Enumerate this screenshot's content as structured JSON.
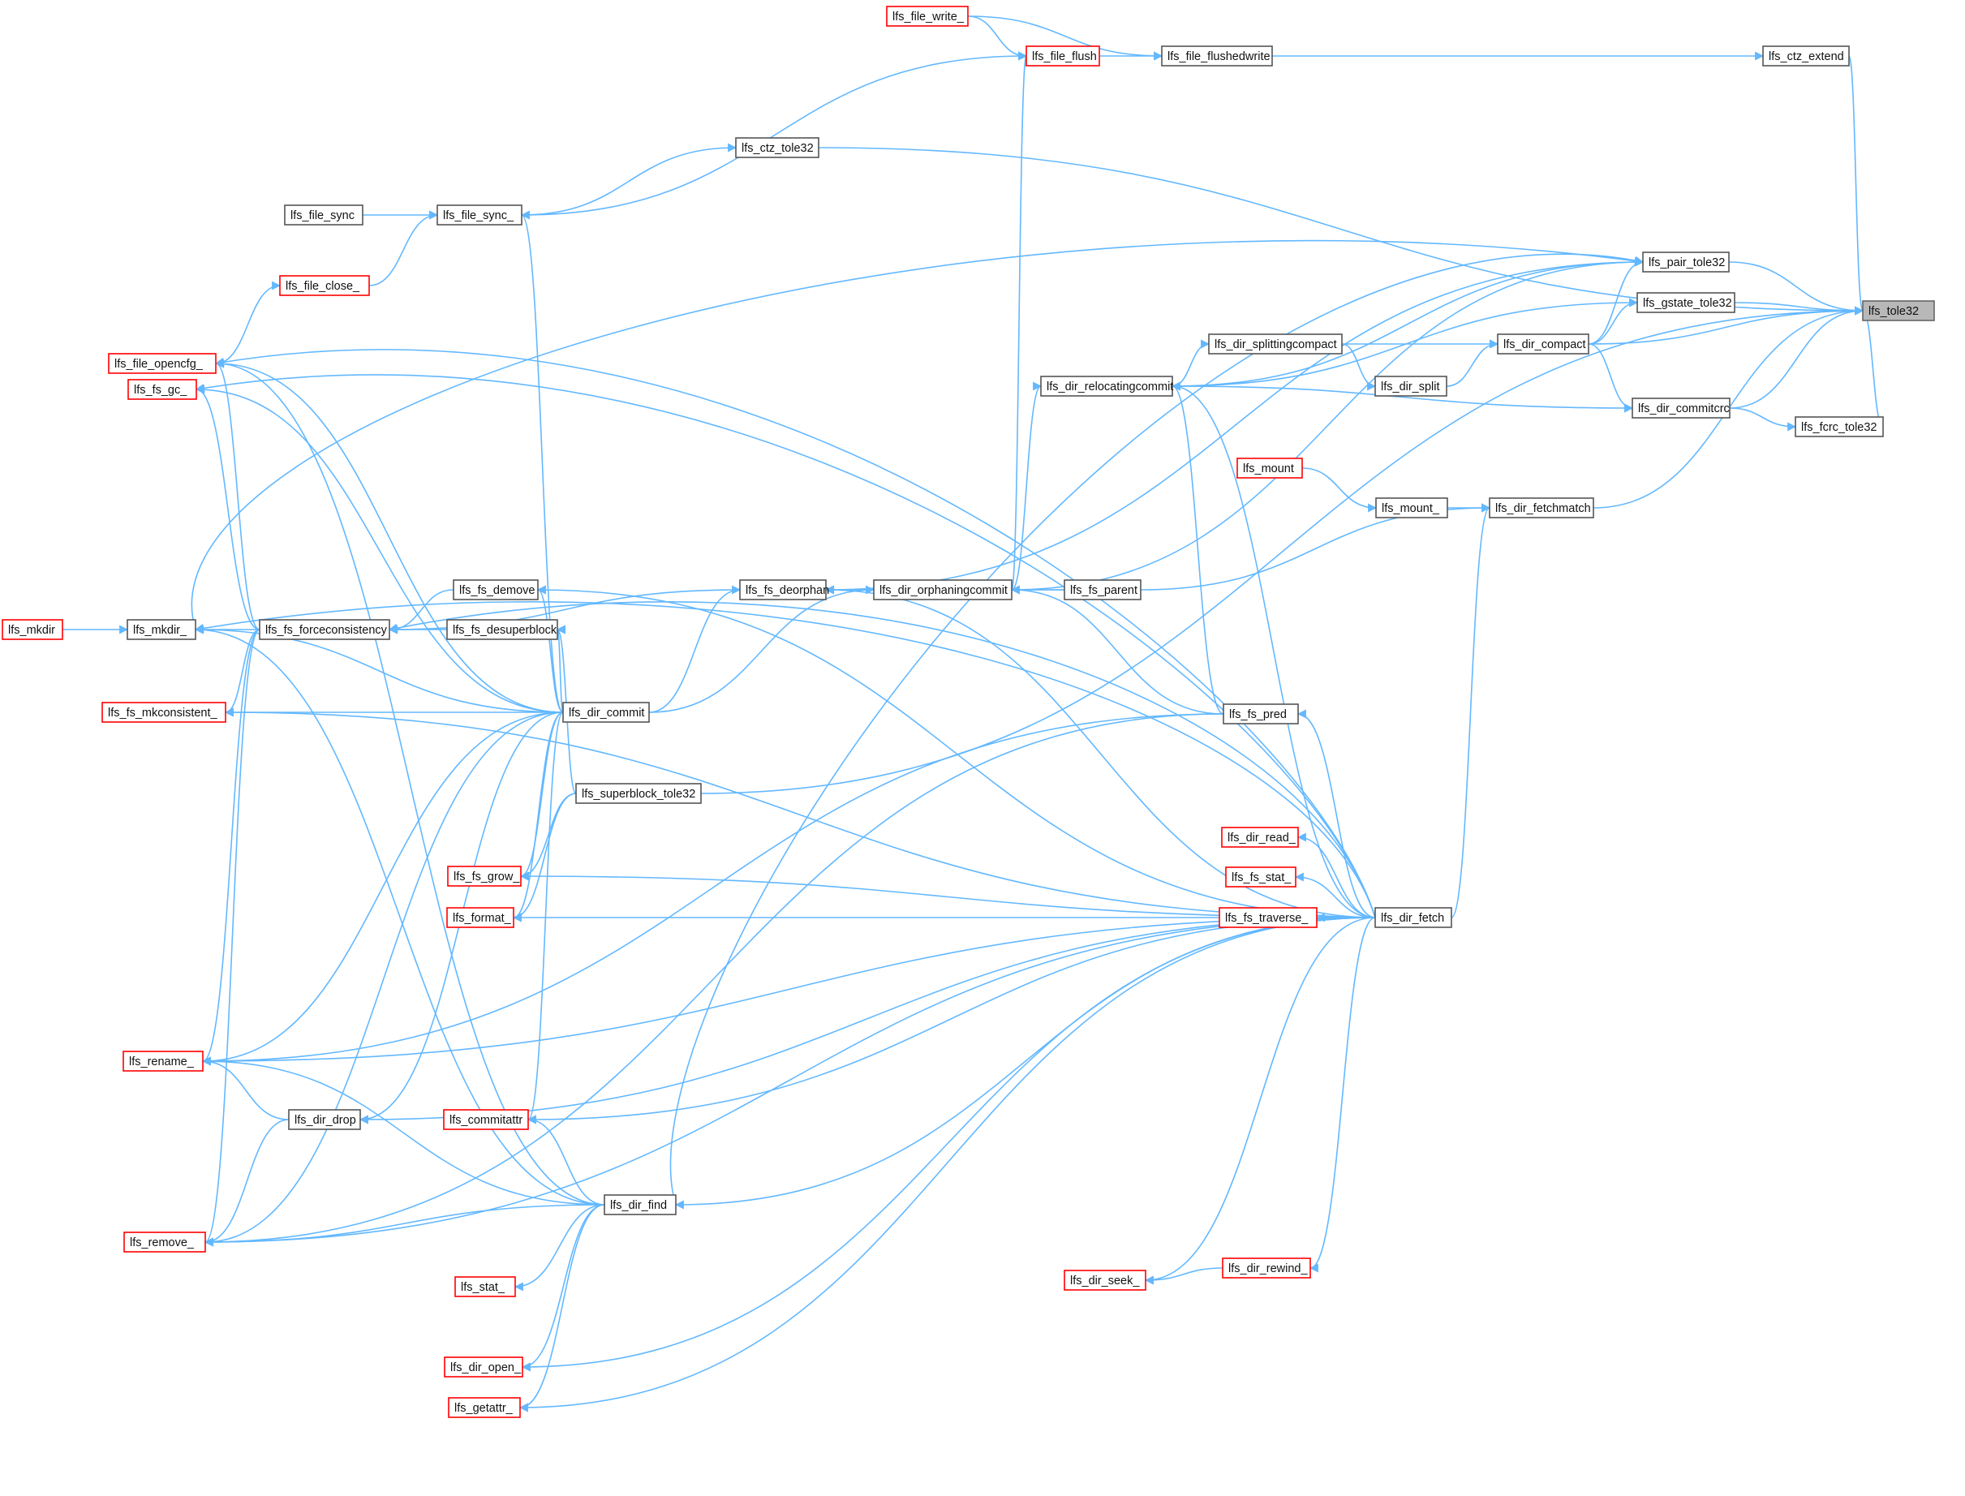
{
  "graph": {
    "colors": {
      "edge": "#63b8ff",
      "red_border": "#ff0000",
      "black_border": "#555555",
      "root_fill": "#b8b8b8"
    },
    "nodes": [
      {
        "id": "lfs_tole32",
        "label": "lfs_tole32",
        "style": "root"
      },
      {
        "id": "lfs_ctz_extend",
        "label": "lfs_ctz_extend",
        "style": "black"
      },
      {
        "id": "lfs_file_flushedwrite",
        "label": "lfs_file_flushedwrite",
        "style": "black"
      },
      {
        "id": "lfs_file_flush",
        "label": "lfs_file_flush",
        "style": "red"
      },
      {
        "id": "lfs_file_write_",
        "label": "lfs_file_write_",
        "style": "red"
      },
      {
        "id": "lfs_ctz_tole32",
        "label": "lfs_ctz_tole32",
        "style": "black"
      },
      {
        "id": "lfs_file_sync_",
        "label": "lfs_file_sync_",
        "style": "black"
      },
      {
        "id": "lfs_file_sync",
        "label": "lfs_file_sync",
        "style": "black"
      },
      {
        "id": "lfs_file_close_",
        "label": "lfs_file_close_",
        "style": "red"
      },
      {
        "id": "lfs_file_opencfg_",
        "label": "lfs_file_opencfg_",
        "style": "red"
      },
      {
        "id": "lfs_fs_gc_",
        "label": "lfs_fs_gc_",
        "style": "red"
      },
      {
        "id": "lfs_pair_tole32",
        "label": "lfs_pair_tole32",
        "style": "black"
      },
      {
        "id": "lfs_gstate_tole32",
        "label": "lfs_gstate_tole32",
        "style": "black"
      },
      {
        "id": "lfs_dir_compact",
        "label": "lfs_dir_compact",
        "style": "black"
      },
      {
        "id": "lfs_dir_splittingcompact",
        "label": "lfs_dir_splittingcompact",
        "style": "black"
      },
      {
        "id": "lfs_dir_split",
        "label": "lfs_dir_split",
        "style": "black"
      },
      {
        "id": "lfs_dir_relocatingcommit",
        "label": "lfs_dir_relocatingcommit",
        "style": "black"
      },
      {
        "id": "lfs_dir_commitcrc",
        "label": "lfs_dir_commitcrc",
        "style": "black"
      },
      {
        "id": "lfs_fcrc_tole32",
        "label": "lfs_fcrc_tole32",
        "style": "black"
      },
      {
        "id": "lfs_mount",
        "label": "lfs_mount",
        "style": "red"
      },
      {
        "id": "lfs_mount_",
        "label": "lfs_mount_",
        "style": "black"
      },
      {
        "id": "lfs_dir_fetchmatch",
        "label": "lfs_dir_fetchmatch",
        "style": "black"
      },
      {
        "id": "lfs_mkdir",
        "label": "lfs_mkdir",
        "style": "red"
      },
      {
        "id": "lfs_mkdir_",
        "label": "lfs_mkdir_",
        "style": "black"
      },
      {
        "id": "lfs_fs_forceconsistency",
        "label": "lfs_fs_forceconsistency",
        "style": "black"
      },
      {
        "id": "lfs_fs_demove",
        "label": "lfs_fs_demove",
        "style": "black"
      },
      {
        "id": "lfs_fs_desuperblock",
        "label": "lfs_fs_desuperblock",
        "style": "black"
      },
      {
        "id": "lfs_fs_deorphan",
        "label": "lfs_fs_deorphan",
        "style": "black"
      },
      {
        "id": "lfs_dir_orphaningcommit",
        "label": "lfs_dir_orphaningcommit",
        "style": "black"
      },
      {
        "id": "lfs_fs_parent",
        "label": "lfs_fs_parent",
        "style": "black"
      },
      {
        "id": "lfs_fs_mkconsistent_",
        "label": "lfs_fs_mkconsistent_",
        "style": "red"
      },
      {
        "id": "lfs_dir_commit",
        "label": "lfs_dir_commit",
        "style": "black"
      },
      {
        "id": "lfs_fs_pred",
        "label": "lfs_fs_pred",
        "style": "black"
      },
      {
        "id": "lfs_superblock_tole32",
        "label": "lfs_superblock_tole32",
        "style": "black"
      },
      {
        "id": "lfs_dir_read_",
        "label": "lfs_dir_read_",
        "style": "red"
      },
      {
        "id": "lfs_fs_stat_",
        "label": "lfs_fs_stat_",
        "style": "red"
      },
      {
        "id": "lfs_fs_grow_",
        "label": "lfs_fs_grow_",
        "style": "red"
      },
      {
        "id": "lfs_fs_traverse_",
        "label": "lfs_fs_traverse_",
        "style": "red"
      },
      {
        "id": "lfs_format_",
        "label": "lfs_format_",
        "style": "red"
      },
      {
        "id": "lfs_dir_fetch",
        "label": "lfs_dir_fetch",
        "style": "black"
      },
      {
        "id": "lfs_rename_",
        "label": "lfs_rename_",
        "style": "red"
      },
      {
        "id": "lfs_commitattr",
        "label": "lfs_commitattr",
        "style": "red"
      },
      {
        "id": "lfs_dir_drop",
        "label": "lfs_dir_drop",
        "style": "black"
      },
      {
        "id": "lfs_dir_find",
        "label": "lfs_dir_find",
        "style": "black"
      },
      {
        "id": "lfs_remove_",
        "label": "lfs_remove_",
        "style": "red"
      },
      {
        "id": "lfs_stat_",
        "label": "lfs_stat_",
        "style": "red"
      },
      {
        "id": "lfs_dir_rewind_",
        "label": "lfs_dir_rewind_",
        "style": "red"
      },
      {
        "id": "lfs_dir_seek_",
        "label": "lfs_dir_seek_",
        "style": "red"
      },
      {
        "id": "lfs_dir_open_",
        "label": "lfs_dir_open_",
        "style": "red"
      },
      {
        "id": "lfs_getattr_",
        "label": "lfs_getattr_",
        "style": "red"
      }
    ],
    "edges": [
      {
        "from": "lfs_ctz_extend",
        "to": "lfs_tole32"
      },
      {
        "from": "lfs_file_flushedwrite",
        "to": "lfs_ctz_extend"
      },
      {
        "from": "lfs_file_flush",
        "to": "lfs_file_flushedwrite"
      },
      {
        "from": "lfs_file_write_",
        "to": "lfs_file_flushedwrite"
      },
      {
        "from": "lfs_file_write_",
        "to": "lfs_file_flush"
      },
      {
        "from": "lfs_file_sync_",
        "to": "lfs_file_flush"
      },
      {
        "from": "lfs_dir_orphaningcommit",
        "to": "lfs_file_flush"
      },
      {
        "from": "lfs_ctz_tole32",
        "to": "lfs_tole32"
      },
      {
        "from": "lfs_file_sync_",
        "to": "lfs_ctz_tole32"
      },
      {
        "from": "lfs_file_sync",
        "to": "lfs_file_sync_"
      },
      {
        "from": "lfs_file_close_",
        "to": "lfs_file_sync_"
      },
      {
        "from": "lfs_file_opencfg_",
        "to": "lfs_file_close_"
      },
      {
        "from": "lfs_dir_commit",
        "to": "lfs_file_sync_"
      },
      {
        "from": "lfs_pair_tole32",
        "to": "lfs_tole32"
      },
      {
        "from": "lfs_gstate_tole32",
        "to": "lfs_tole32"
      },
      {
        "from": "lfs_dir_compact",
        "to": "lfs_tole32"
      },
      {
        "from": "lfs_dir_commitcrc",
        "to": "lfs_tole32"
      },
      {
        "from": "lfs_fcrc_tole32",
        "to": "lfs_tole32"
      },
      {
        "from": "lfs_dir_fetchmatch",
        "to": "lfs_tole32"
      },
      {
        "from": "lfs_superblock_tole32",
        "to": "lfs_tole32"
      },
      {
        "from": "lfs_dir_compact",
        "to": "lfs_pair_tole32"
      },
      {
        "from": "lfs_dir_relocatingcommit",
        "to": "lfs_pair_tole32"
      },
      {
        "from": "lfs_dir_orphaningcommit",
        "to": "lfs_pair_tole32"
      },
      {
        "from": "lfs_fs_deorphan",
        "to": "lfs_pair_tole32"
      },
      {
        "from": "lfs_mkdir_",
        "to": "lfs_pair_tole32"
      },
      {
        "from": "lfs_dir_find",
        "to": "lfs_pair_tole32"
      },
      {
        "from": "lfs_dir_compact",
        "to": "lfs_gstate_tole32"
      },
      {
        "from": "lfs_dir_relocatingcommit",
        "to": "lfs_gstate_tole32"
      },
      {
        "from": "lfs_dir_splittingcompact",
        "to": "lfs_dir_compact"
      },
      {
        "from": "lfs_dir_split",
        "to": "lfs_dir_compact"
      },
      {
        "from": "lfs_dir_splittingcompact",
        "to": "lfs_dir_split"
      },
      {
        "from": "lfs_dir_relocatingcommit",
        "to": "lfs_dir_splittingcompact"
      },
      {
        "from": "lfs_dir_compact",
        "to": "lfs_dir_commitcrc"
      },
      {
        "from": "lfs_dir_relocatingcommit",
        "to": "lfs_dir_commitcrc"
      },
      {
        "from": "lfs_dir_commitcrc",
        "to": "lfs_fcrc_tole32"
      },
      {
        "from": "lfs_dir_orphaningcommit",
        "to": "lfs_dir_relocatingcommit"
      },
      {
        "from": "lfs_fs_pred",
        "to": "lfs_dir_relocatingcommit"
      },
      {
        "from": "lfs_mount",
        "to": "lfs_mount_"
      },
      {
        "from": "lfs_mount_",
        "to": "lfs_dir_fetchmatch"
      },
      {
        "from": "lfs_fs_parent",
        "to": "lfs_dir_fetchmatch"
      },
      {
        "from": "lfs_dir_fetch",
        "to": "lfs_dir_fetchmatch"
      },
      {
        "from": "lfs_mkdir",
        "to": "lfs_mkdir_"
      },
      {
        "from": "lfs_fs_forceconsistency",
        "to": "lfs_mkdir_"
      },
      {
        "from": "lfs_dir_commit",
        "to": "lfs_mkdir_"
      },
      {
        "from": "lfs_dir_fetch",
        "to": "lfs_mkdir_"
      },
      {
        "from": "lfs_dir_find",
        "to": "lfs_mkdir_"
      },
      {
        "from": "lfs_fs_demove",
        "to": "lfs_fs_forceconsistency"
      },
      {
        "from": "lfs_fs_desuperblock",
        "to": "lfs_fs_forceconsistency"
      },
      {
        "from": "lfs_fs_deorphan",
        "to": "lfs_fs_forceconsistency"
      },
      {
        "from": "lfs_fs_forceconsistency",
        "to": "lfs_file_opencfg_"
      },
      {
        "from": "lfs_fs_forceconsistency",
        "to": "lfs_fs_gc_"
      },
      {
        "from": "lfs_fs_forceconsistency",
        "to": "lfs_fs_mkconsistent_"
      },
      {
        "from": "lfs_fs_forceconsistency",
        "to": "lfs_rename_"
      },
      {
        "from": "lfs_fs_forceconsistency",
        "to": "lfs_remove_"
      },
      {
        "from": "lfs_dir_orphaningcommit",
        "to": "lfs_fs_deorphan"
      },
      {
        "from": "lfs_fs_parent",
        "to": "lfs_fs_deorphan"
      },
      {
        "from": "lfs_dir_fetch",
        "to": "lfs_fs_deorphan"
      },
      {
        "from": "lfs_fs_parent",
        "to": "lfs_dir_orphaningcommit"
      },
      {
        "from": "lfs_fs_pred",
        "to": "lfs_dir_orphaningcommit"
      },
      {
        "from": "lfs_dir_commit",
        "to": "lfs_dir_orphaningcommit"
      },
      {
        "from": "lfs_dir_commit",
        "to": "lfs_fs_deorphan"
      },
      {
        "from": "lfs_dir_commit",
        "to": "lfs_fs_demove"
      },
      {
        "from": "lfs_dir_commit",
        "to": "lfs_fs_desuperblock"
      },
      {
        "from": "lfs_dir_commit",
        "to": "lfs_file_opencfg_"
      },
      {
        "from": "lfs_dir_commit",
        "to": "lfs_fs_gc_"
      },
      {
        "from": "lfs_dir_commit",
        "to": "lfs_fs_mkconsistent_"
      },
      {
        "from": "lfs_dir_commit",
        "to": "lfs_fs_grow_"
      },
      {
        "from": "lfs_dir_commit",
        "to": "lfs_format_"
      },
      {
        "from": "lfs_dir_commit",
        "to": "lfs_rename_"
      },
      {
        "from": "lfs_dir_commit",
        "to": "lfs_commitattr"
      },
      {
        "from": "lfs_dir_commit",
        "to": "lfs_dir_drop"
      },
      {
        "from": "lfs_dir_commit",
        "to": "lfs_remove_"
      },
      {
        "from": "lfs_superblock_tole32",
        "to": "lfs_fs_desuperblock"
      },
      {
        "from": "lfs_superblock_tole32",
        "to": "lfs_fs_grow_"
      },
      {
        "from": "lfs_superblock_tole32",
        "to": "lfs_format_"
      },
      {
        "from": "lfs_fs_pred",
        "to": "lfs_rename_"
      },
      {
        "from": "lfs_fs_pred",
        "to": "lfs_remove_"
      },
      {
        "from": "lfs_dir_fetch",
        "to": "lfs_fs_pred"
      },
      {
        "from": "lfs_dir_fetch",
        "to": "lfs_dir_relocatingcommit"
      },
      {
        "from": "lfs_dir_fetch",
        "to": "lfs_fs_demove"
      },
      {
        "from": "lfs_dir_fetch",
        "to": "lfs_fs_forceconsistency"
      },
      {
        "from": "lfs_dir_fetch",
        "to": "lfs_fs_gc_"
      },
      {
        "from": "lfs_dir_fetch",
        "to": "lfs_file_opencfg_"
      },
      {
        "from": "lfs_dir_fetch",
        "to": "lfs_fs_mkconsistent_"
      },
      {
        "from": "lfs_dir_fetch",
        "to": "lfs_fs_grow_"
      },
      {
        "from": "lfs_dir_fetch",
        "to": "lfs_format_"
      },
      {
        "from": "lfs_dir_fetch",
        "to": "lfs_rename_"
      },
      {
        "from": "lfs_dir_fetch",
        "to": "lfs_commitattr"
      },
      {
        "from": "lfs_dir_fetch",
        "to": "lfs_dir_drop"
      },
      {
        "from": "lfs_dir_fetch",
        "to": "lfs_dir_find"
      },
      {
        "from": "lfs_dir_fetch",
        "to": "lfs_remove_"
      },
      {
        "from": "lfs_dir_fetch",
        "to": "lfs_dir_open_"
      },
      {
        "from": "lfs_dir_fetch",
        "to": "lfs_getattr_"
      },
      {
        "from": "lfs_dir_fetch",
        "to": "lfs_dir_seek_"
      },
      {
        "from": "lfs_dir_fetch",
        "to": "lfs_dir_rewind_"
      },
      {
        "from": "lfs_dir_fetch",
        "to": "lfs_dir_read_"
      },
      {
        "from": "lfs_dir_fetch",
        "to": "lfs_fs_stat_"
      },
      {
        "from": "lfs_dir_fetch",
        "to": "lfs_fs_traverse_"
      },
      {
        "from": "lfs_dir_rewind_",
        "to": "lfs_dir_seek_"
      },
      {
        "from": "lfs_dir_drop",
        "to": "lfs_rename_"
      },
      {
        "from": "lfs_dir_drop",
        "to": "lfs_remove_"
      },
      {
        "from": "lfs_dir_find",
        "to": "lfs_file_opencfg_"
      },
      {
        "from": "lfs_dir_find",
        "to": "lfs_rename_"
      },
      {
        "from": "lfs_dir_find",
        "to": "lfs_commitattr"
      },
      {
        "from": "lfs_dir_find",
        "to": "lfs_remove_"
      },
      {
        "from": "lfs_dir_find",
        "to": "lfs_stat_"
      },
      {
        "from": "lfs_dir_find",
        "to": "lfs_dir_open_"
      },
      {
        "from": "lfs_dir_find",
        "to": "lfs_getattr_"
      }
    ]
  }
}
